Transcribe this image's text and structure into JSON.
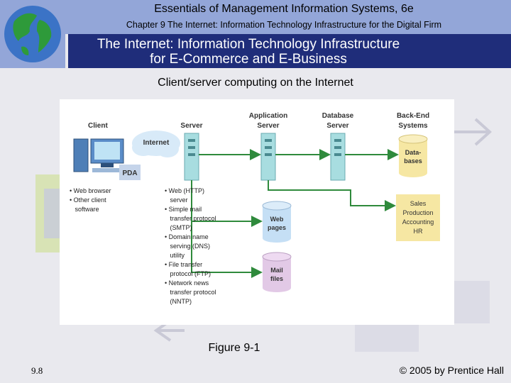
{
  "header": {
    "title": "Essentials of Management Information Systems, 6e",
    "subtitle": "Chapter 9 The Internet: Information Technology Infrastructure for the Digital Firm"
  },
  "banner": {
    "line1": "The Internet: Information Technology Infrastructure",
    "line2": "for E-Commerce and E-Business"
  },
  "caption": "Client/server computing on the Internet",
  "diagram": {
    "client_label": "Client",
    "internet_label": "Internet",
    "pda_label": "PDA",
    "server_label": "Server",
    "app_server_line1": "Application",
    "app_server_line2": "Server",
    "db_server_line1": "Database",
    "db_server_line2": "Server",
    "backend_line1": "Back-End",
    "backend_line2": "Systems",
    "databases_line1": "Data-",
    "databases_line2": "bases",
    "web_pages_line1": "Web",
    "web_pages_line2": "pages",
    "mail_files_line1": "Mail",
    "mail_files_line2": "files",
    "sales_lines": [
      "Sales",
      "Production",
      "Accounting",
      "HR"
    ],
    "client_bullets": [
      "• Web browser",
      "• Other client",
      "   software"
    ],
    "server_bullets": [
      "• Web (HTTP)",
      "   server",
      "• Simple mail",
      "   transfer protocol",
      "   (SMTP)",
      "• Domain name",
      "   serving (DNS)",
      "   utility",
      "• File transfer",
      "   protocol (FTP)",
      "• Network news",
      "   transfer protocol",
      "   (NNTP)"
    ]
  },
  "figure_caption": "Figure 9-1",
  "footer": {
    "slide_number": "9.8",
    "copyright": "© 2005 by Prentice Hall"
  },
  "colors": {
    "header_bg": "#93a6d8",
    "banner_bg": "#1f2d7a",
    "arrow_green": "#2f8a3c",
    "server_teal": "#a8dde0",
    "backend_yellow": "#f6e7a3",
    "pda_blue": "#c5d4ea"
  }
}
